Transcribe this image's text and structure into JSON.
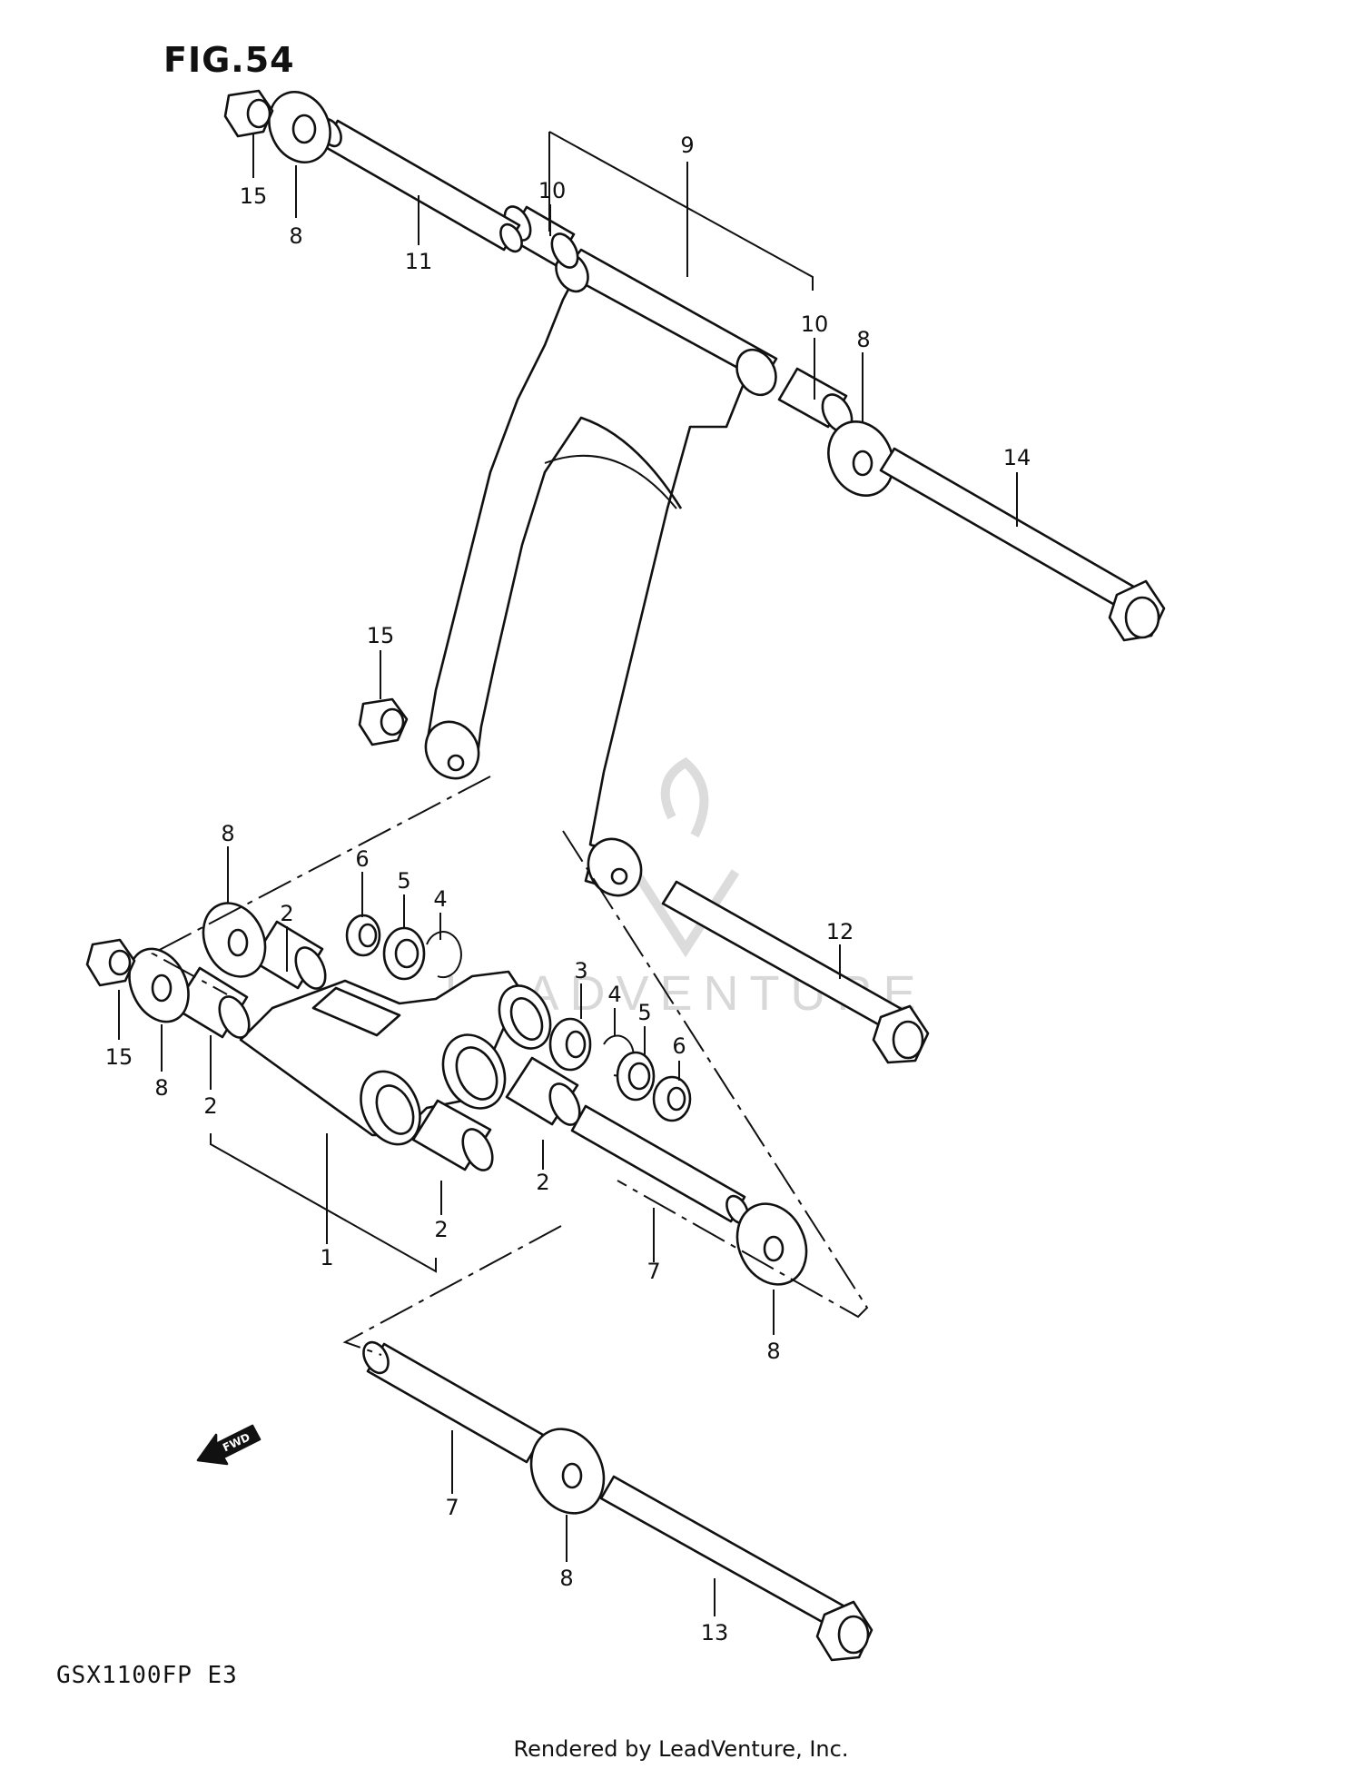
{
  "figure_title": "FIG.54",
  "model_code": "GSX1100FP  E3",
  "footer_credit": "Rendered by LeadVenture, Inc.",
  "watermark_text": "LEADVENTURE",
  "callouts": [
    {
      "id": "c9",
      "text": "9"
    },
    {
      "id": "c10a",
      "text": "10"
    },
    {
      "id": "c10b",
      "text": "10"
    },
    {
      "id": "c15a",
      "text": "15"
    },
    {
      "id": "c8a",
      "text": "8"
    },
    {
      "id": "c11",
      "text": "11"
    },
    {
      "id": "c8b",
      "text": "8"
    },
    {
      "id": "c14",
      "text": "14"
    },
    {
      "id": "c15b",
      "text": "15"
    },
    {
      "id": "c8c",
      "text": "8"
    },
    {
      "id": "c2a",
      "text": "2"
    },
    {
      "id": "c6a",
      "text": "6"
    },
    {
      "id": "c5a",
      "text": "5"
    },
    {
      "id": "c4a",
      "text": "4"
    },
    {
      "id": "c12",
      "text": "12"
    },
    {
      "id": "c3",
      "text": "3"
    },
    {
      "id": "c4b",
      "text": "4"
    },
    {
      "id": "c5b",
      "text": "5"
    },
    {
      "id": "c6b",
      "text": "6"
    },
    {
      "id": "c15c",
      "text": "15"
    },
    {
      "id": "c8d",
      "text": "8"
    },
    {
      "id": "c2b",
      "text": "2"
    },
    {
      "id": "c2c",
      "text": "2"
    },
    {
      "id": "c2d",
      "text": "2"
    },
    {
      "id": "c1",
      "text": "1"
    },
    {
      "id": "c7a",
      "text": "7"
    },
    {
      "id": "c8e",
      "text": "8"
    },
    {
      "id": "c7b",
      "text": "7"
    },
    {
      "id": "c8f",
      "text": "8"
    },
    {
      "id": "c13",
      "text": "13"
    }
  ],
  "fwd_arrow_label": "FWD"
}
